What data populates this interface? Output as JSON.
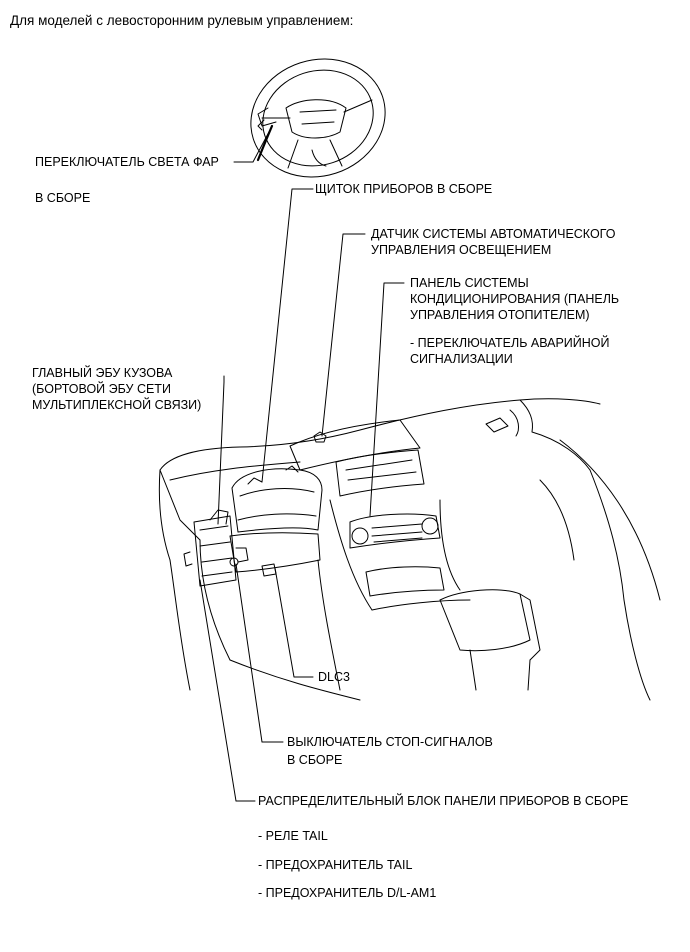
{
  "heading": "Для моделей с левосторонним рулевым управлением:",
  "labels": {
    "headlight_switch": "ПЕРЕКЛЮЧАТЕЛЬ СВЕТА ФАР",
    "headlight_switch_assy": "В СБОРЕ",
    "combination_meter": "ЩИТОК ПРИБОРОВ В СБОРЕ",
    "light_sensor_line1": "ДАТЧИК СИСТЕМЫ АВТОМАТИЧЕСКОГО",
    "light_sensor_line2": "УПРАВЛЕНИЯ ОСВЕЩЕНИЕМ",
    "ac_panel_line1": "ПАНЕЛЬ СИСТЕМЫ",
    "ac_panel_line2": "КОНДИЦИОНИРОВАНИЯ (ПАНЕЛЬ",
    "ac_panel_line3": "УПРАВЛЕНИЯ ОТОПИТЕЛЕМ)",
    "hazard_switch_line1": "- ПЕРЕКЛЮЧАТЕЛЬ АВАРИЙНОЙ",
    "hazard_switch_line2": "СИГНАЛИЗАЦИИ",
    "main_body_ecu_line1": "ГЛАВНЫЙ ЭБУ КУЗОВА",
    "main_body_ecu_line2": "(БОРТОВОЙ ЭБУ СЕТИ",
    "main_body_ecu_line3": "МУЛЬТИПЛЕКСНОЙ СВЯЗИ)",
    "dlc3": "DLC3",
    "stop_light_switch_line1": "ВЫКЛЮЧАТЕЛЬ СТОП-СИГНАЛОВ",
    "stop_light_switch_line2": "В СБОРЕ",
    "junction_block": "РАСПРЕДЕЛИТЕЛЬНЫЙ БЛОК ПАНЕЛИ ПРИБОРОВ В СБОРЕ",
    "tail_relay": "- РЕЛЕ TAIL",
    "tail_fuse": "- ПРЕДОХРАНИТЕЛЬ TAIL",
    "dl_am1_fuse": "- ПРЕДОХРАНИТЕЛЬ D/L-AM1"
  }
}
